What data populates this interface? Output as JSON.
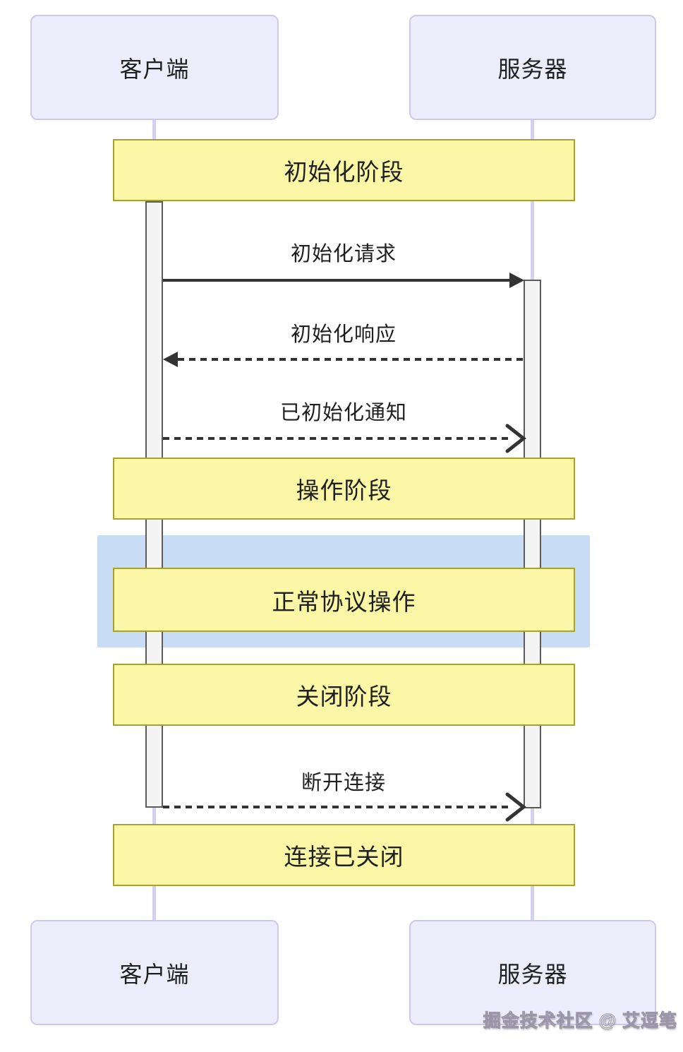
{
  "diagram": {
    "type": "sequence-diagram",
    "actors": {
      "client": "客户端",
      "server": "服务器"
    },
    "phases": [
      {
        "label": "初始化阶段"
      },
      {
        "label": "操作阶段"
      },
      {
        "label": "正常协议操作",
        "highlighted": true
      },
      {
        "label": "关闭阶段"
      },
      {
        "label": "连接已关闭"
      }
    ],
    "messages": [
      {
        "label": "初始化请求",
        "from": "client",
        "to": "server",
        "line": "solid",
        "head": "filled-triangle"
      },
      {
        "label": "初始化响应",
        "from": "server",
        "to": "client",
        "line": "dashed",
        "head": "filled-triangle"
      },
      {
        "label": "已初始化通知",
        "from": "client",
        "to": "server",
        "line": "dashed",
        "head": "open-chevron"
      },
      {
        "label": "断开连接",
        "from": "client",
        "to": "server",
        "line": "dashed",
        "head": "open-chevron"
      }
    ],
    "colors": {
      "phase_fill": "#fbf7a6",
      "phase_border": "#a3a32f",
      "highlight_fill": "#c9dcf6",
      "actor_fill": "#edecfa",
      "actor_border": "#cdc8ec",
      "lifeline": "#d5d1ec",
      "activation_fill": "#f4f4f4",
      "activation_border": "#5b5b5b",
      "arrow": "#333333"
    },
    "watermark": "掘金技术社区 @ 艾逗笔"
  }
}
